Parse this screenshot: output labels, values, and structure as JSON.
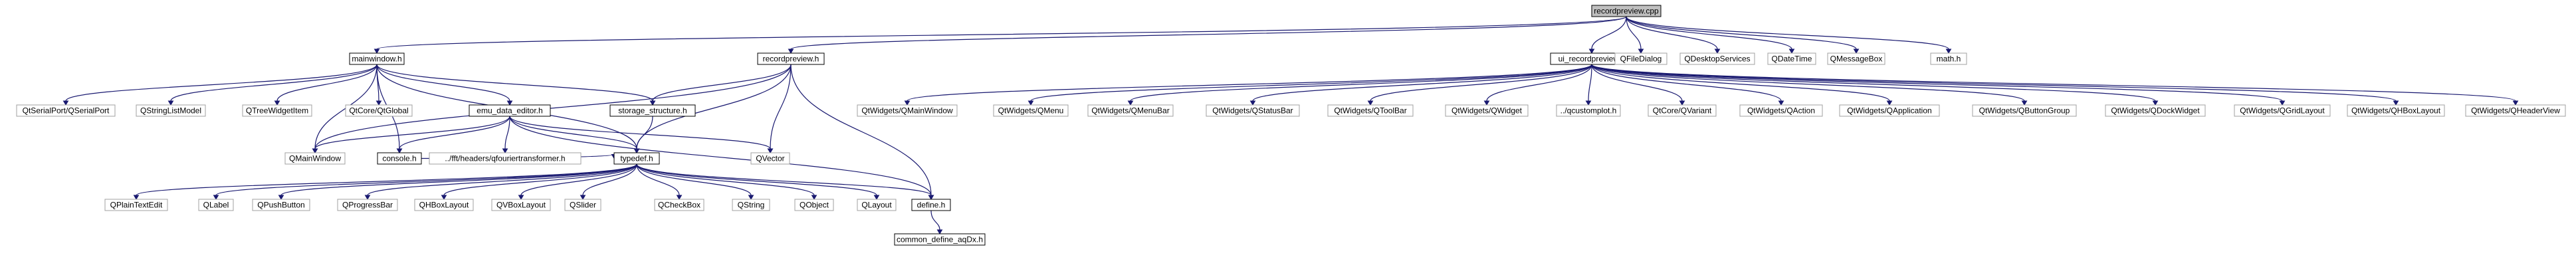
{
  "graph": {
    "nodes": [
      {
        "id": "recordpreview_cpp",
        "label": "recordpreview.cpp",
        "kind": "root"
      },
      {
        "id": "mainwindow_h",
        "label": "mainwindow.h",
        "kind": "file"
      },
      {
        "id": "recordpreview_h",
        "label": "recordpreview.h",
        "kind": "file"
      },
      {
        "id": "ui_recordpreview_h",
        "label": "ui_recordpreview.h",
        "kind": "file"
      },
      {
        "id": "QFileDialog",
        "label": "QFileDialog",
        "kind": "ext"
      },
      {
        "id": "QDesktopServices",
        "label": "QDesktopServices",
        "kind": "ext"
      },
      {
        "id": "QDateTime",
        "label": "QDateTime",
        "kind": "ext"
      },
      {
        "id": "QMessageBox",
        "label": "QMessageBox",
        "kind": "ext"
      },
      {
        "id": "math_h",
        "label": "math.h",
        "kind": "ext"
      },
      {
        "id": "QtSerialPort",
        "label": "QtSerialPort/QSerialPort",
        "kind": "ext"
      },
      {
        "id": "QStringListModel",
        "label": "QStringListModel",
        "kind": "ext"
      },
      {
        "id": "QTreeWidgetItem",
        "label": "QTreeWidgetItem",
        "kind": "ext"
      },
      {
        "id": "QtCoreQtGlobal",
        "label": "QtCore/QtGlobal",
        "kind": "ext"
      },
      {
        "id": "emu_data_editor_h",
        "label": "emu_data_editor.h",
        "kind": "file"
      },
      {
        "id": "storage_structure_h",
        "label": "storage_structure.h",
        "kind": "file"
      },
      {
        "id": "QMainWindow",
        "label": "QMainWindow",
        "kind": "ext"
      },
      {
        "id": "console_h",
        "label": "console.h",
        "kind": "file"
      },
      {
        "id": "qfouriertransformer_h",
        "label": "../fft/headers/qfouriertransformer.h",
        "kind": "ext"
      },
      {
        "id": "typedef_h",
        "label": "typedef.h",
        "kind": "file"
      },
      {
        "id": "QVector",
        "label": "QVector",
        "kind": "ext"
      },
      {
        "id": "define_h",
        "label": "define.h",
        "kind": "file"
      },
      {
        "id": "common_define",
        "label": "common_define_aqDx.h",
        "kind": "file"
      },
      {
        "id": "QPlainTextEdit",
        "label": "QPlainTextEdit",
        "kind": "ext"
      },
      {
        "id": "QLabel",
        "label": "QLabel",
        "kind": "ext"
      },
      {
        "id": "QPushButton",
        "label": "QPushButton",
        "kind": "ext"
      },
      {
        "id": "QProgressBar",
        "label": "QProgressBar",
        "kind": "ext"
      },
      {
        "id": "QHBoxLayout",
        "label": "QHBoxLayout",
        "kind": "ext"
      },
      {
        "id": "QVBoxLayout",
        "label": "QVBoxLayout",
        "kind": "ext"
      },
      {
        "id": "QSlider",
        "label": "QSlider",
        "kind": "ext"
      },
      {
        "id": "QCheckBox",
        "label": "QCheckBox",
        "kind": "ext"
      },
      {
        "id": "QString",
        "label": "QString",
        "kind": "ext"
      },
      {
        "id": "QObject",
        "label": "QObject",
        "kind": "ext"
      },
      {
        "id": "QLayout",
        "label": "QLayout",
        "kind": "ext"
      },
      {
        "id": "QtWidgets_QMainWindow",
        "label": "QtWidgets/QMainWindow",
        "kind": "ext"
      },
      {
        "id": "QtWidgets_QMenu",
        "label": "QtWidgets/QMenu",
        "kind": "ext"
      },
      {
        "id": "QtWidgets_QMenuBar",
        "label": "QtWidgets/QMenuBar",
        "kind": "ext"
      },
      {
        "id": "QtWidgets_QStatusBar",
        "label": "QtWidgets/QStatusBar",
        "kind": "ext"
      },
      {
        "id": "QtWidgets_QToolBar",
        "label": "QtWidgets/QToolBar",
        "kind": "ext"
      },
      {
        "id": "QtWidgets_QWidget",
        "label": "QtWidgets/QWidget",
        "kind": "ext"
      },
      {
        "id": "qcustomplot_h",
        "label": "../qcustomplot.h",
        "kind": "ext"
      },
      {
        "id": "QtCore_QVariant",
        "label": "QtCore/QVariant",
        "kind": "ext"
      },
      {
        "id": "QtWidgets_QAction",
        "label": "QtWidgets/QAction",
        "kind": "ext"
      },
      {
        "id": "QtWidgets_QApplication",
        "label": "QtWidgets/QApplication",
        "kind": "ext"
      },
      {
        "id": "QtWidgets_QButtonGroup",
        "label": "QtWidgets/QButtonGroup",
        "kind": "ext"
      },
      {
        "id": "QtWidgets_QDockWidget",
        "label": "QtWidgets/QDockWidget",
        "kind": "ext"
      },
      {
        "id": "QtWidgets_QGridLayout",
        "label": "QtWidgets/QGridLayout",
        "kind": "ext"
      },
      {
        "id": "QtWidgets_QHBoxLayout",
        "label": "QtWidgets/QHBoxLayout",
        "kind": "ext"
      },
      {
        "id": "QtWidgets_QHeaderView",
        "label": "QtWidgets/QHeaderView",
        "kind": "ext"
      }
    ],
    "edges": [
      [
        "recordpreview_cpp",
        "mainwindow_h"
      ],
      [
        "recordpreview_cpp",
        "recordpreview_h"
      ],
      [
        "recordpreview_cpp",
        "ui_recordpreview_h"
      ],
      [
        "recordpreview_cpp",
        "QFileDialog"
      ],
      [
        "recordpreview_cpp",
        "QDesktopServices"
      ],
      [
        "recordpreview_cpp",
        "QDateTime"
      ],
      [
        "recordpreview_cpp",
        "QMessageBox"
      ],
      [
        "recordpreview_cpp",
        "math_h"
      ],
      [
        "mainwindow_h",
        "QtSerialPort"
      ],
      [
        "mainwindow_h",
        "QStringListModel"
      ],
      [
        "mainwindow_h",
        "QTreeWidgetItem"
      ],
      [
        "mainwindow_h",
        "QtCoreQtGlobal"
      ],
      [
        "mainwindow_h",
        "emu_data_editor_h"
      ],
      [
        "mainwindow_h",
        "storage_structure_h"
      ],
      [
        "mainwindow_h",
        "QMainWindow"
      ],
      [
        "mainwindow_h",
        "typedef_h"
      ],
      [
        "mainwindow_h",
        "console_h"
      ],
      [
        "recordpreview_h",
        "QMainWindow"
      ],
      [
        "recordpreview_h",
        "storage_structure_h"
      ],
      [
        "recordpreview_h",
        "typedef_h"
      ],
      [
        "recordpreview_h",
        "QVector"
      ],
      [
        "recordpreview_h",
        "define_h"
      ],
      [
        "emu_data_editor_h",
        "QMainWindow"
      ],
      [
        "emu_data_editor_h",
        "console_h"
      ],
      [
        "emu_data_editor_h",
        "qfouriertransformer_h"
      ],
      [
        "emu_data_editor_h",
        "typedef_h"
      ],
      [
        "emu_data_editor_h",
        "QVector"
      ],
      [
        "emu_data_editor_h",
        "define_h"
      ],
      [
        "storage_structure_h",
        "typedef_h"
      ],
      [
        "console_h",
        "typedef_h"
      ],
      [
        "typedef_h",
        "QPlainTextEdit"
      ],
      [
        "typedef_h",
        "QLabel"
      ],
      [
        "typedef_h",
        "QPushButton"
      ],
      [
        "typedef_h",
        "QProgressBar"
      ],
      [
        "typedef_h",
        "QHBoxLayout"
      ],
      [
        "typedef_h",
        "QVBoxLayout"
      ],
      [
        "typedef_h",
        "QSlider"
      ],
      [
        "typedef_h",
        "QCheckBox"
      ],
      [
        "typedef_h",
        "QString"
      ],
      [
        "typedef_h",
        "QObject"
      ],
      [
        "typedef_h",
        "QLayout"
      ],
      [
        "typedef_h",
        "define_h"
      ],
      [
        "define_h",
        "common_define"
      ],
      [
        "ui_recordpreview_h",
        "QtWidgets_QMainWindow"
      ],
      [
        "ui_recordpreview_h",
        "QtWidgets_QMenu"
      ],
      [
        "ui_recordpreview_h",
        "QtWidgets_QMenuBar"
      ],
      [
        "ui_recordpreview_h",
        "QtWidgets_QStatusBar"
      ],
      [
        "ui_recordpreview_h",
        "QtWidgets_QToolBar"
      ],
      [
        "ui_recordpreview_h",
        "QtWidgets_QWidget"
      ],
      [
        "ui_recordpreview_h",
        "qcustomplot_h"
      ],
      [
        "ui_recordpreview_h",
        "QtCore_QVariant"
      ],
      [
        "ui_recordpreview_h",
        "QtWidgets_QAction"
      ],
      [
        "ui_recordpreview_h",
        "QtWidgets_QApplication"
      ],
      [
        "ui_recordpreview_h",
        "QtWidgets_QButtonGroup"
      ],
      [
        "ui_recordpreview_h",
        "QtWidgets_QDockWidget"
      ],
      [
        "ui_recordpreview_h",
        "QtWidgets_QGridLayout"
      ],
      [
        "ui_recordpreview_h",
        "QtWidgets_QHBoxLayout"
      ],
      [
        "ui_recordpreview_h",
        "QtWidgets_QHeaderView"
      ]
    ]
  }
}
